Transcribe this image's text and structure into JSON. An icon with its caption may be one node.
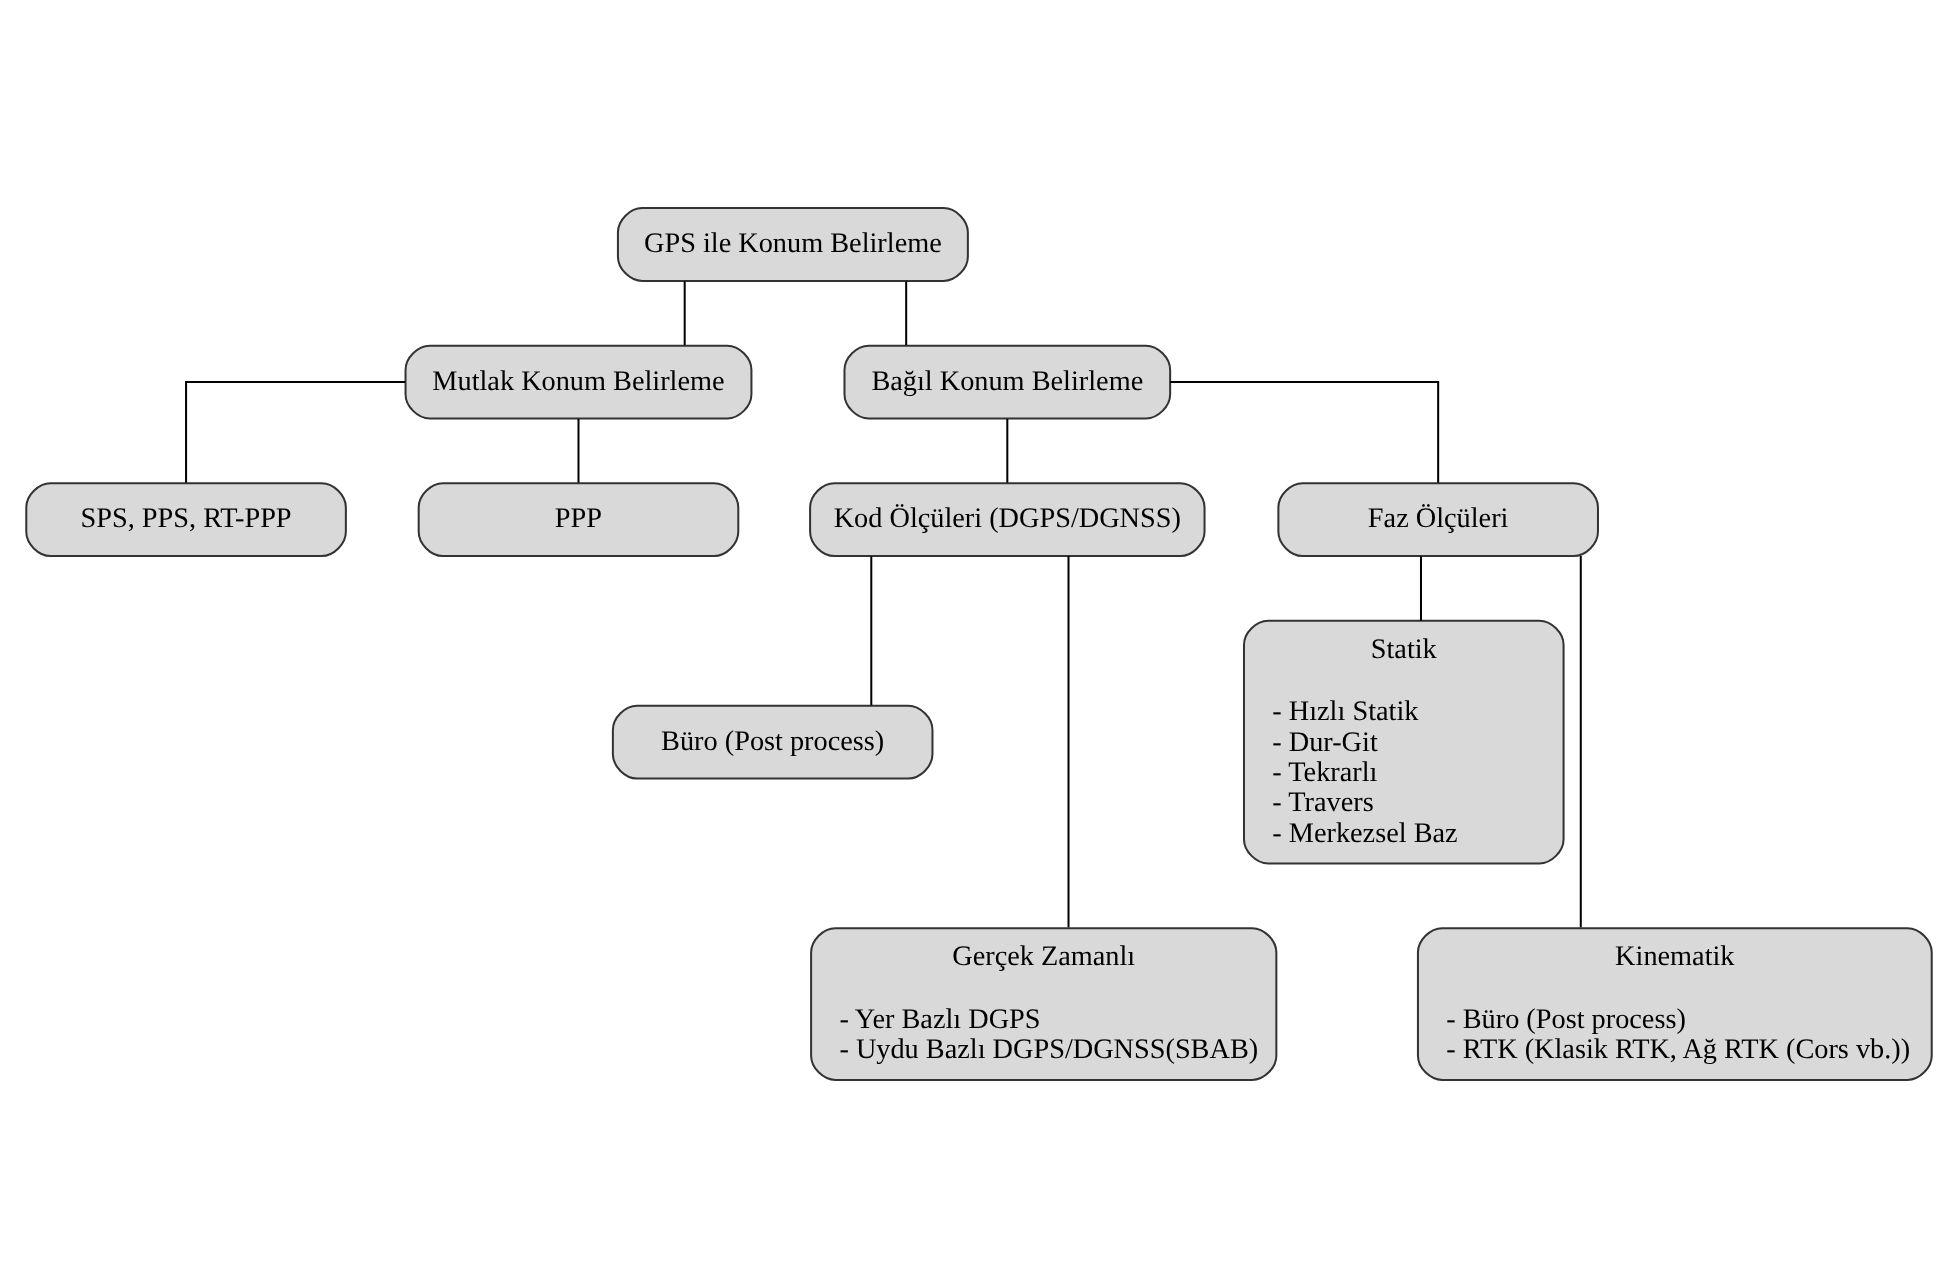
{
  "diagram": {
    "nodes": [
      {
        "text": [
          "GPS ile Konum Belirleme"
        ]
      },
      {
        "text": [
          "Mutlak Konum Belirleme"
        ]
      },
      {
        "text": [
          "Bağıl Konum Belirleme"
        ]
      },
      {
        "text": [
          "SPS, PPS, RT-PPP"
        ]
      },
      {
        "text": [
          "PPP"
        ]
      },
      {
        "text": [
          "Kod Ölçüleri (DGPS/DGNSS)"
        ]
      },
      {
        "text": [
          "Faz Ölçüleri"
        ]
      },
      {
        "text": [
          "Büro (Post process)"
        ]
      },
      {
        "text": [
          "Statik",
          "- Hızlı Statik",
          "- Dur-Git",
          "- Tekrarlı",
          "- Travers",
          "- Merkezsel Baz"
        ]
      },
      {
        "text": [
          "Gerçek Zamanlı",
          "- Yer Bazlı DGPS",
          "- Uydu Bazlı DGPS/DGNSS(SBAB)"
        ]
      },
      {
        "text": [
          "Kinematik",
          "- Büro (Post process)",
          "- RTK (Klasik RTK, Ağ RTK (Cors vb.))"
        ]
      }
    ],
    "edges": [
      {
        "from": 0,
        "to": 1,
        "arrow": "none"
      },
      {
        "from": 0,
        "to": 2,
        "arrow": "none"
      },
      {
        "from": 1,
        "to": 3,
        "arrow": "none"
      },
      {
        "from": 1,
        "to": 4,
        "arrow": "none"
      },
      {
        "from": 2,
        "to": 5,
        "arrow": "none"
      },
      {
        "from": 2,
        "to": 6,
        "arrow": "none"
      },
      {
        "from": 5,
        "to": 7,
        "arrow": "none"
      },
      {
        "from": 5,
        "to": 9,
        "arrow": "none"
      },
      {
        "from": 6,
        "to": 8,
        "arrow": "none"
      },
      {
        "from": 6,
        "to": 10,
        "arrow": "none"
      }
    ]
  }
}
